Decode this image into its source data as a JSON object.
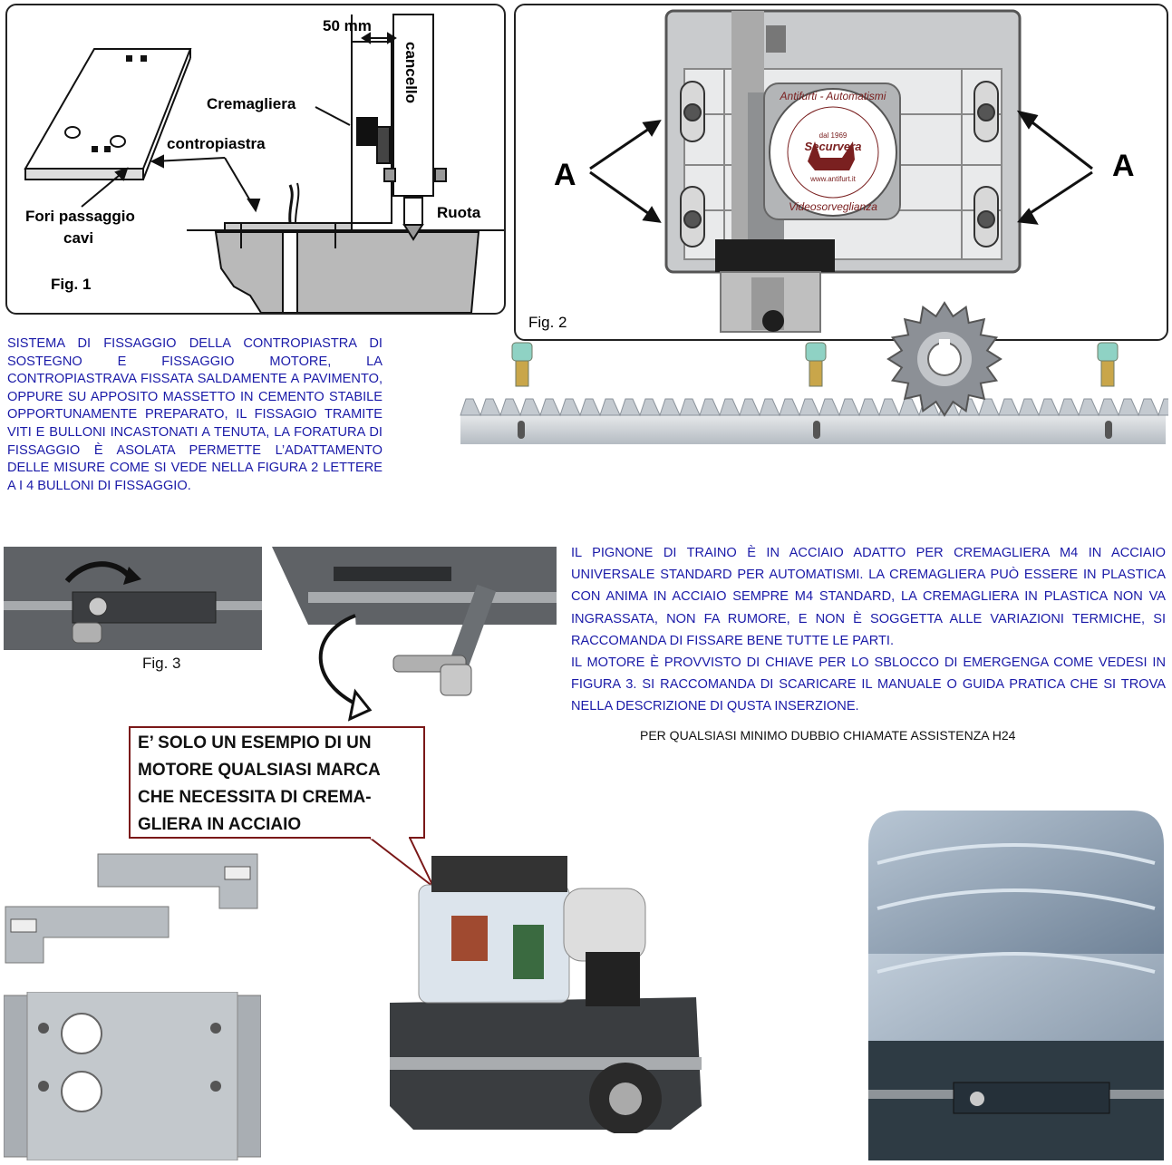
{
  "fig1": {
    "dimension": "50 mm",
    "gate": "cancello",
    "rack": "Cremagliera",
    "counterplate": "contropiastra",
    "holes_line1": "Fori passaggio",
    "holes_line2": "cavi",
    "wheel": "Ruota",
    "caption": "Fig. 1"
  },
  "fig2": {
    "caption": "Fig. 2",
    "label_left": "A",
    "label_right": "A",
    "seal": {
      "top_text": "Antifurti - Automatismi",
      "bottom_text": "Videosorveglianza",
      "since": "dal 1969",
      "brand": "Securvera",
      "url": "www.antifurt.it"
    }
  },
  "fig3": {
    "caption": "Fig. 3"
  },
  "text_block_1": "SISTEMA DI FISSAGGIO DELLA CONTROPIASTRA DI SOSTEGNO E FISSAGGIO MOTORE, LA CONTROPIASTRAVA FISSATA SALDAMENTE A PAVIMENTO, OPPURE SU APPOSITO MASSETTO IN CEMENTO STABILE OPPORTUNAMENTE PREPARATO, IL FISSAGIO TRAMITE VITI E BULLONI INCASTONATI A TENUTA, LA FORATURA DI FISSAGGIO È ASOLATA PERMETTE L’ADATTAMENTO DELLE MISURE COME SI VEDE NELLA FIGURA 2 LETTERE A I 4 BULLONI DI FISSAGGIO.",
  "text_block_2": {
    "para1": "IL PIGNONE DI TRAINO È IN ACCIAIO ADATTO PER CREMAGLIERA M4 IN ACCIAIO UNIVERSALE STANDARD PER AUTOMATISMI. LA CREMAGLIERA PUÒ ESSERE IN PLASTICA CON ANIMA IN ACCIAIO SEMPRE M4 STANDARD, LA CREMAGLIERA IN PLASTICA NON VA INGRASSATA, NON FA RUMORE, E NON È SOGGETTA ALLE VARIAZIONI TERMICHE, SI RACCOMANDA DI FISSARE BENE TUTTE LE PARTI.",
    "para2": "IL MOTORE È PROVVISTO DI CHIAVE PER LO SBLOCCO DI EMERGENGA COME VEDESI IN FIGURA 3. SI RACCOMANDA DI SCARICARE IL MANUALE O GUIDA PRATICA CHE SI TROVA NELLA DESCRIZIONE DI QUSTA INSERZIONE."
  },
  "assistance": "PER QUALSIASI MINIMO DUBBIO CHIAMATE ASSISTENZA H24",
  "callout": {
    "line1": "E’ SOLO UN ESEMPIO DI UN",
    "line2": "MOTORE QUALSIASI MARCA",
    "line3": "CHE NECESSITA DI CREMA-",
    "line4": "GLIERA IN ACCIAIO"
  },
  "colors": {
    "text_blue": "#1a1aa8",
    "callout_border": "#7a1818",
    "motor_dark": "#3a3d40",
    "cover_blue": "#9fb3c9"
  }
}
